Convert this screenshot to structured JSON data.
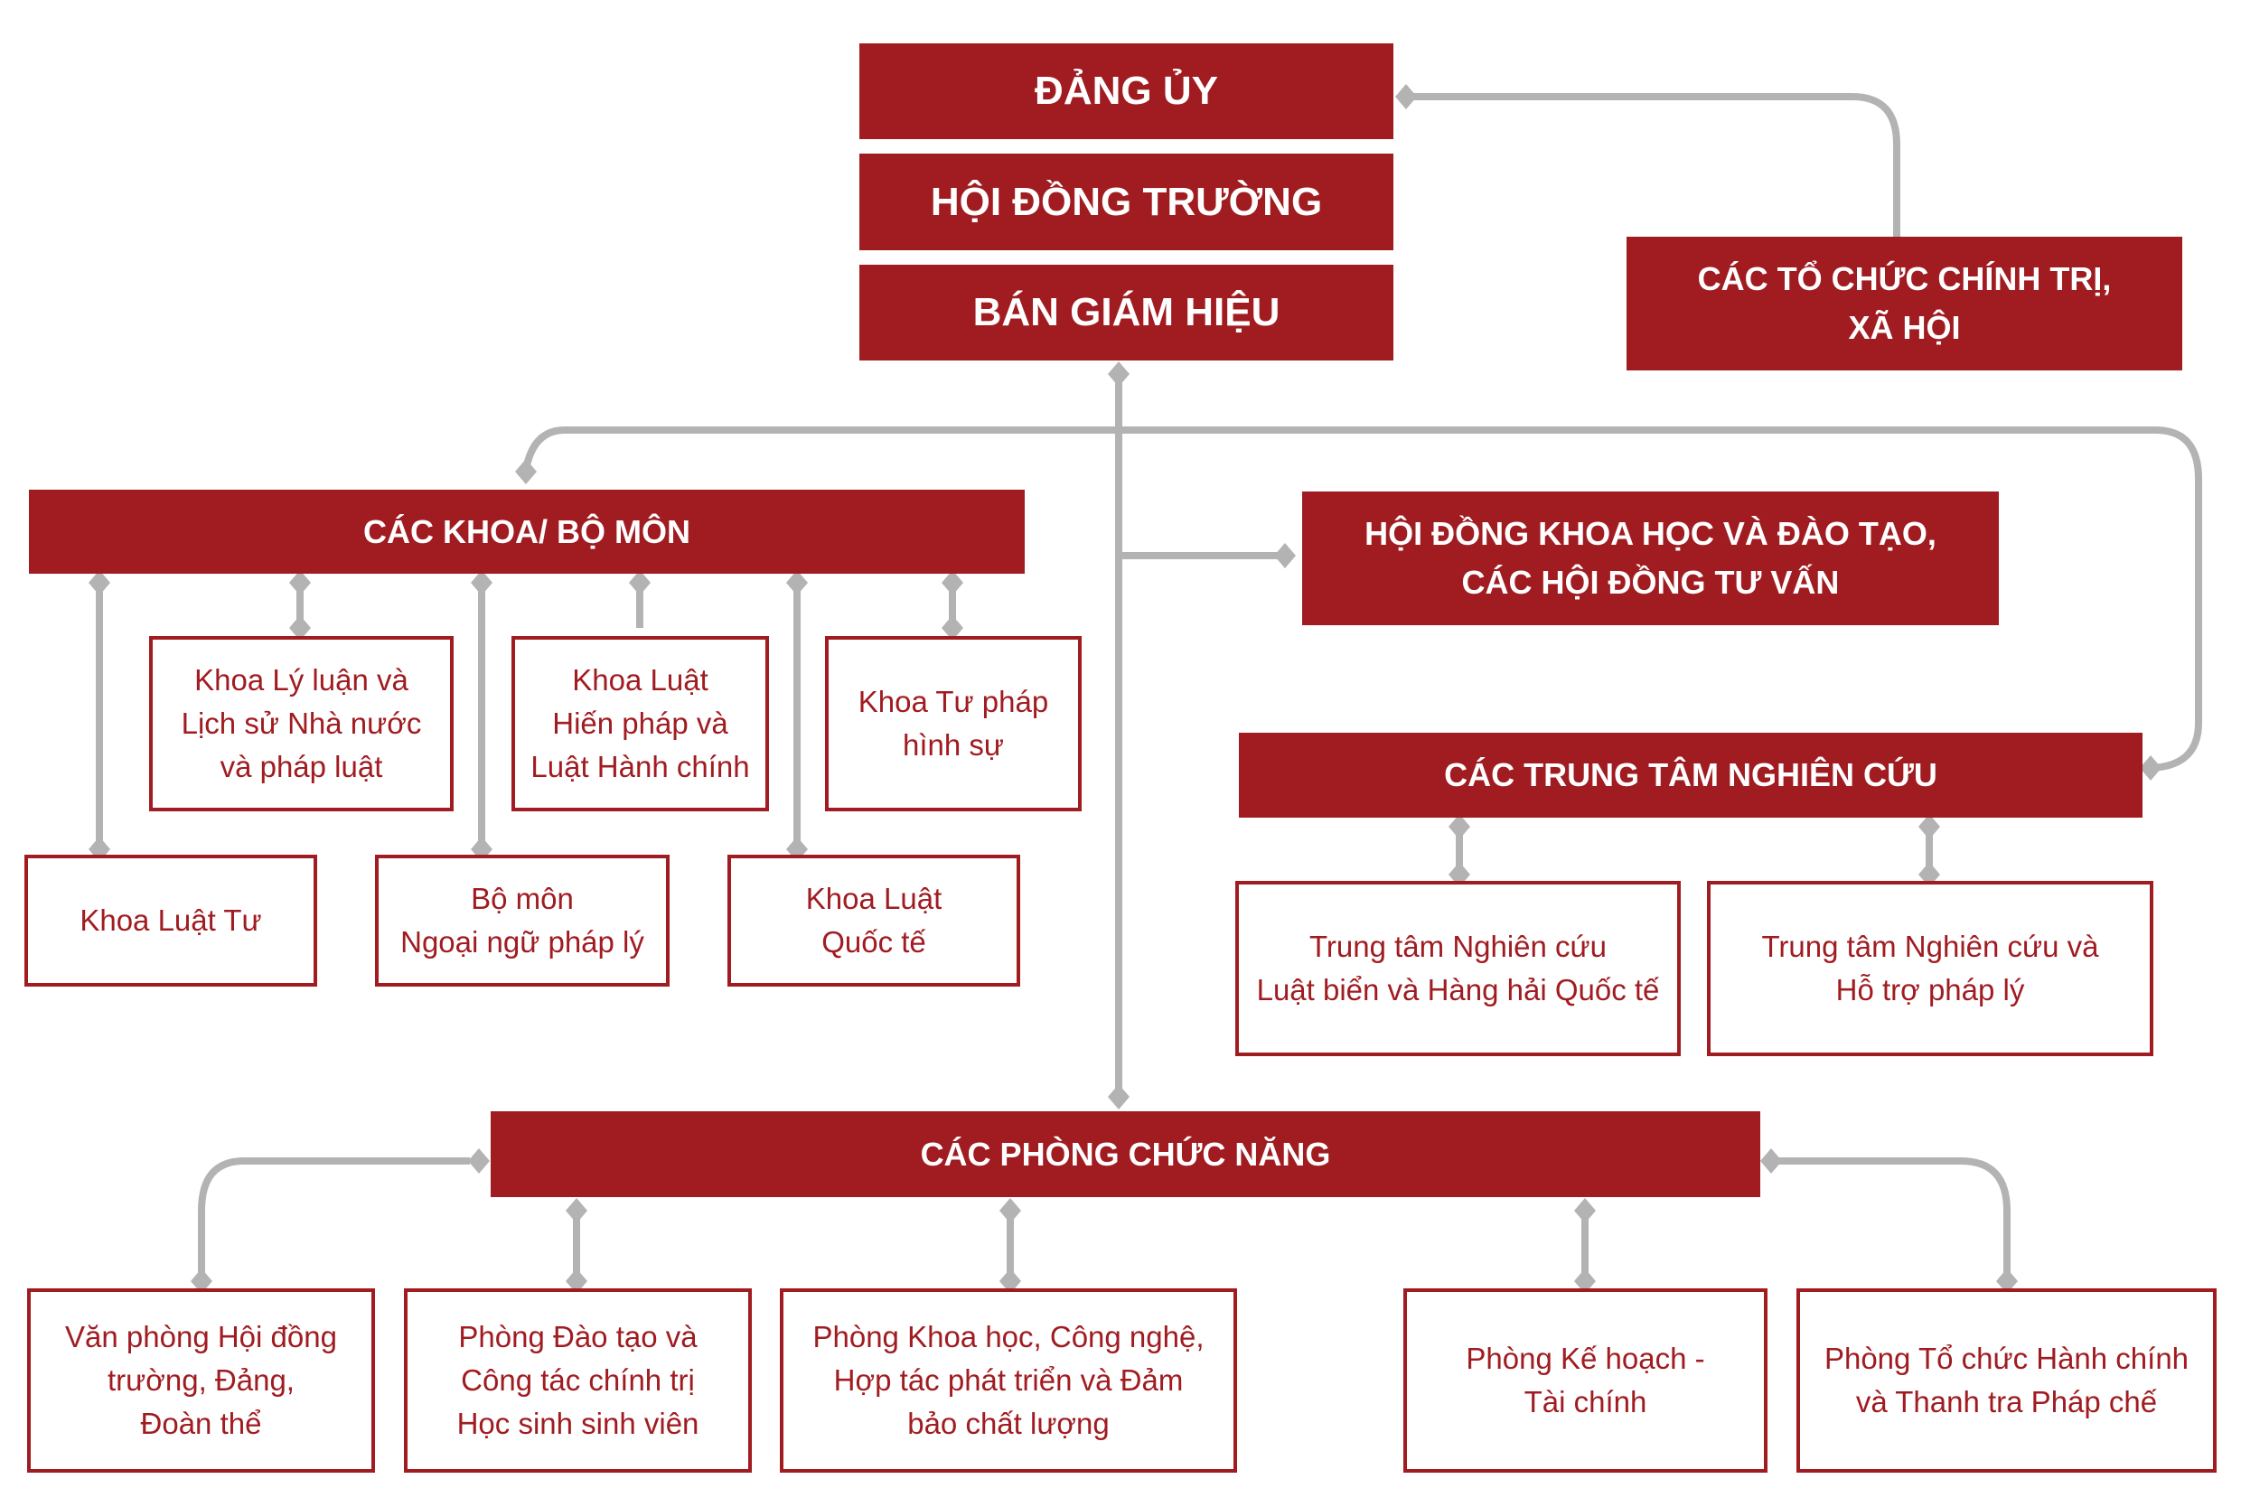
{
  "colors": {
    "primary": "#a01c21",
    "connector": "#b3b3b3",
    "background": "#ffffff"
  },
  "leadership": {
    "dang_uy": "ĐẢNG ỦY",
    "hoi_dong_truong": "HỘI ĐỒNG TRƯỜNG",
    "ban_giam_hieu": "BÁN GIÁM HIỆU"
  },
  "to_chuc_chinh_tri": "CÁC TỔ CHỨC CHÍNH TRỊ,\nXÃ HỘI",
  "cac_khoa": {
    "title": "CÁC KHOA/ BỘ MÔN",
    "upper": [
      "Khoa Lý luận và\nLịch sử Nhà nước\nvà pháp luật",
      "Khoa Luật\nHiến pháp và\nLuật Hành chính",
      "Khoa Tư pháp\nhình sự"
    ],
    "lower": [
      "Khoa Luật Tư",
      "Bộ môn\nNgoại ngữ pháp lý",
      "Khoa Luật\nQuốc tế"
    ]
  },
  "hoi_dong_khoa_hoc": "HỘI ĐỒNG KHOA HỌC VÀ ĐÀO TẠO,\nCÁC HỘI ĐỒNG TƯ VẤN",
  "trung_tam": {
    "title": "CÁC TRUNG TÂM NGHIÊN CỨU",
    "items": [
      "Trung tâm Nghiên cứu\nLuật biển và Hàng hải Quốc tế",
      "Trung tâm Nghiên cứu và\nHỗ trợ pháp lý"
    ]
  },
  "cac_phong": {
    "title": "CÁC PHÒNG CHỨC NĂNG",
    "items": [
      "Văn phòng Hội đồng\ntrường, Đảng,\nĐoàn thể",
      "Phòng Đào tạo và\nCông tác chính trị\nHọc sinh sinh viên",
      "Phòng Khoa học, Công nghệ,\nHợp tác phát triển và Đảm\nbảo chất lượng",
      "Phòng Kế hoạch -\nTài chính",
      "Phòng Tổ chức Hành chính\nvà Thanh tra Pháp chế"
    ]
  }
}
